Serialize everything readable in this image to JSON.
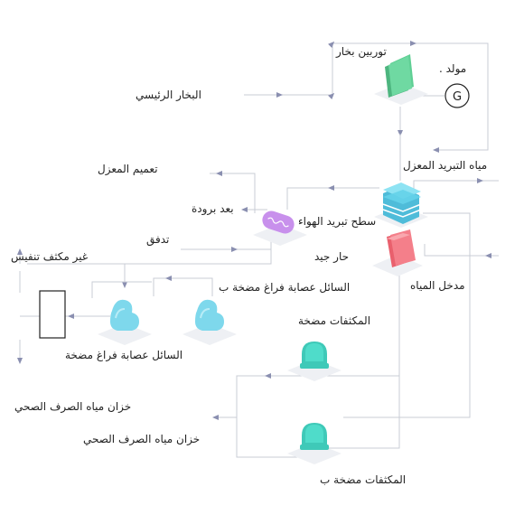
{
  "labels": {
    "steam_turbine": "توربين بخار",
    "generator": "مولد .",
    "main_steam": "البخار الرئيسي",
    "cooling_water": "مياه التبريد المعزل",
    "seal_leakage": "تعميم المعزل",
    "after_cooling": "بعد برودة",
    "air_cooling_surface": "سطح تبريد الهواء",
    "flow": "تدفق",
    "non_condensable_vent": "غير مكثف تنفيس",
    "good_hot": "حار جيد",
    "liquid_pump_b": "السائل عصابة فراغ مضخة ب",
    "water_inlet": "مدخل المياه",
    "condensate_pumps": "المكثفات مضخة",
    "liquid_pump": "السائل عصابة فراغ مضخة",
    "drain_tank_1": "خزان مياه الصرف الصحي",
    "drain_tank_2": "خزان مياه الصرف الصحي",
    "condensate_pump_b": "المكثفات مضخة ب"
  },
  "generator_symbol": "G",
  "colors": {
    "line": "#c9ccd6",
    "arrow": "#8a8fb0",
    "turbine": "#5fcf94",
    "cooler": "#64d2e9",
    "after_cooler": "#c890ec",
    "hotwell": "#f47f8a",
    "vacuum_pump": "#7ed8ec",
    "condensate_pump": "#4fdcca",
    "platform": "#eef0f4"
  }
}
